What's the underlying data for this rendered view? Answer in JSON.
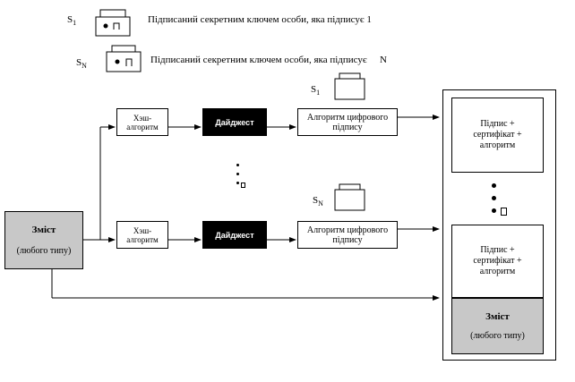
{
  "legend": {
    "row1": {
      "sym": "S",
      "sub": "1",
      "label": "Підписаний секретним ключем особи, яка підписує 1"
    },
    "row2": {
      "sym": "S",
      "sub": "N",
      "label": "Підписаний секретним ключем особи, яка підписує",
      "suffix": "N"
    }
  },
  "content": {
    "title": "Зміст",
    "subtitle": "(любого типу)"
  },
  "row1": {
    "hash": "Хэш-алгоритм",
    "digest": "Дайджест",
    "algorithm": "Алгоритм цифрового підпису",
    "key_sym": "S",
    "key_sub": "1"
  },
  "row2": {
    "hash": "Хэш-алгоритм",
    "digest": "Дайджест",
    "algorithm": "Алгоритм цифрового підпису",
    "key_sym": "S",
    "key_sub": "N"
  },
  "container": {
    "sig1": "Підпис + сертифікат + алгоритм",
    "sig2": "Підпис + сертифікат + алгоритм",
    "content_title": "Зміст",
    "content_subtitle": "(любого типу)"
  }
}
